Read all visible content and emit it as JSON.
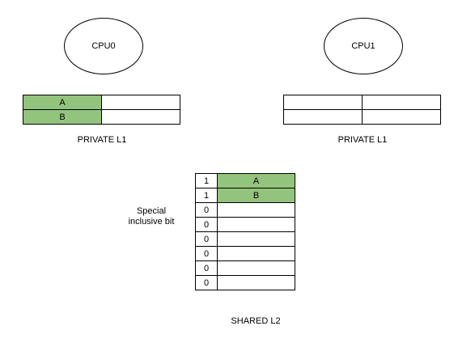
{
  "cpus": [
    {
      "label": "CPU0"
    },
    {
      "label": "CPU1"
    }
  ],
  "private_l1": [
    {
      "label": "PRIVATE L1",
      "rows": [
        {
          "cells": [
            "A",
            ""
          ],
          "filled": [
            true,
            false
          ]
        },
        {
          "cells": [
            "B",
            ""
          ],
          "filled": [
            true,
            false
          ]
        }
      ]
    },
    {
      "label": "PRIVATE L1",
      "rows": [
        {
          "cells": [
            "",
            ""
          ],
          "filled": [
            false,
            false
          ]
        },
        {
          "cells": [
            "",
            ""
          ],
          "filled": [
            false,
            false
          ]
        }
      ]
    }
  ],
  "shared_l2": {
    "label": "SHARED L2",
    "note_line1": "Special",
    "note_line2": "inclusive bit",
    "rows": [
      {
        "bit": "1",
        "value": "A",
        "filled": true
      },
      {
        "bit": "1",
        "value": "B",
        "filled": true
      },
      {
        "bit": "0",
        "value": "",
        "filled": false
      },
      {
        "bit": "0",
        "value": "",
        "filled": false
      },
      {
        "bit": "0",
        "value": "",
        "filled": false
      },
      {
        "bit": "0",
        "value": "",
        "filled": false
      },
      {
        "bit": "0",
        "value": "",
        "filled": false
      },
      {
        "bit": "0",
        "value": "",
        "filled": false
      }
    ]
  },
  "colors": {
    "fill": "#93c47d",
    "stroke": "#000000",
    "background": "#ffffff"
  }
}
